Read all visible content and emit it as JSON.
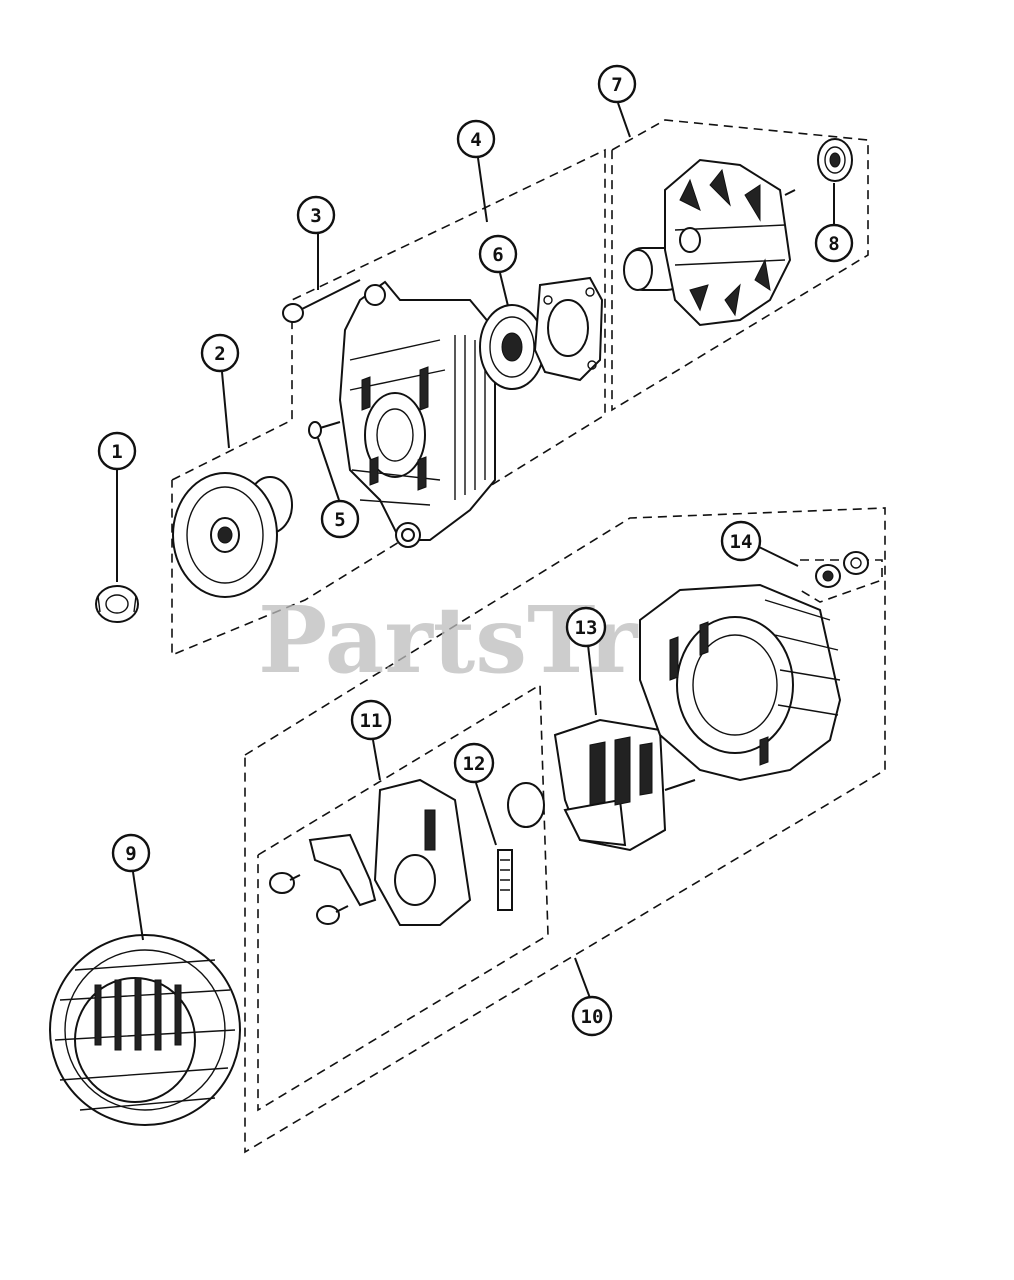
{
  "watermark": "PartsTree",
  "callouts": [
    {
      "id": "1",
      "label": "1"
    },
    {
      "id": "2",
      "label": "2"
    },
    {
      "id": "3",
      "label": "3"
    },
    {
      "id": "4",
      "label": "4"
    },
    {
      "id": "5",
      "label": "5"
    },
    {
      "id": "6",
      "label": "6"
    },
    {
      "id": "7",
      "label": "7"
    },
    {
      "id": "8",
      "label": "8"
    },
    {
      "id": "9",
      "label": "9"
    },
    {
      "id": "10",
      "label": "10"
    },
    {
      "id": "11",
      "label": "11"
    },
    {
      "id": "12",
      "label": "12"
    },
    {
      "id": "13",
      "label": "13"
    },
    {
      "id": "14",
      "label": "14"
    }
  ]
}
